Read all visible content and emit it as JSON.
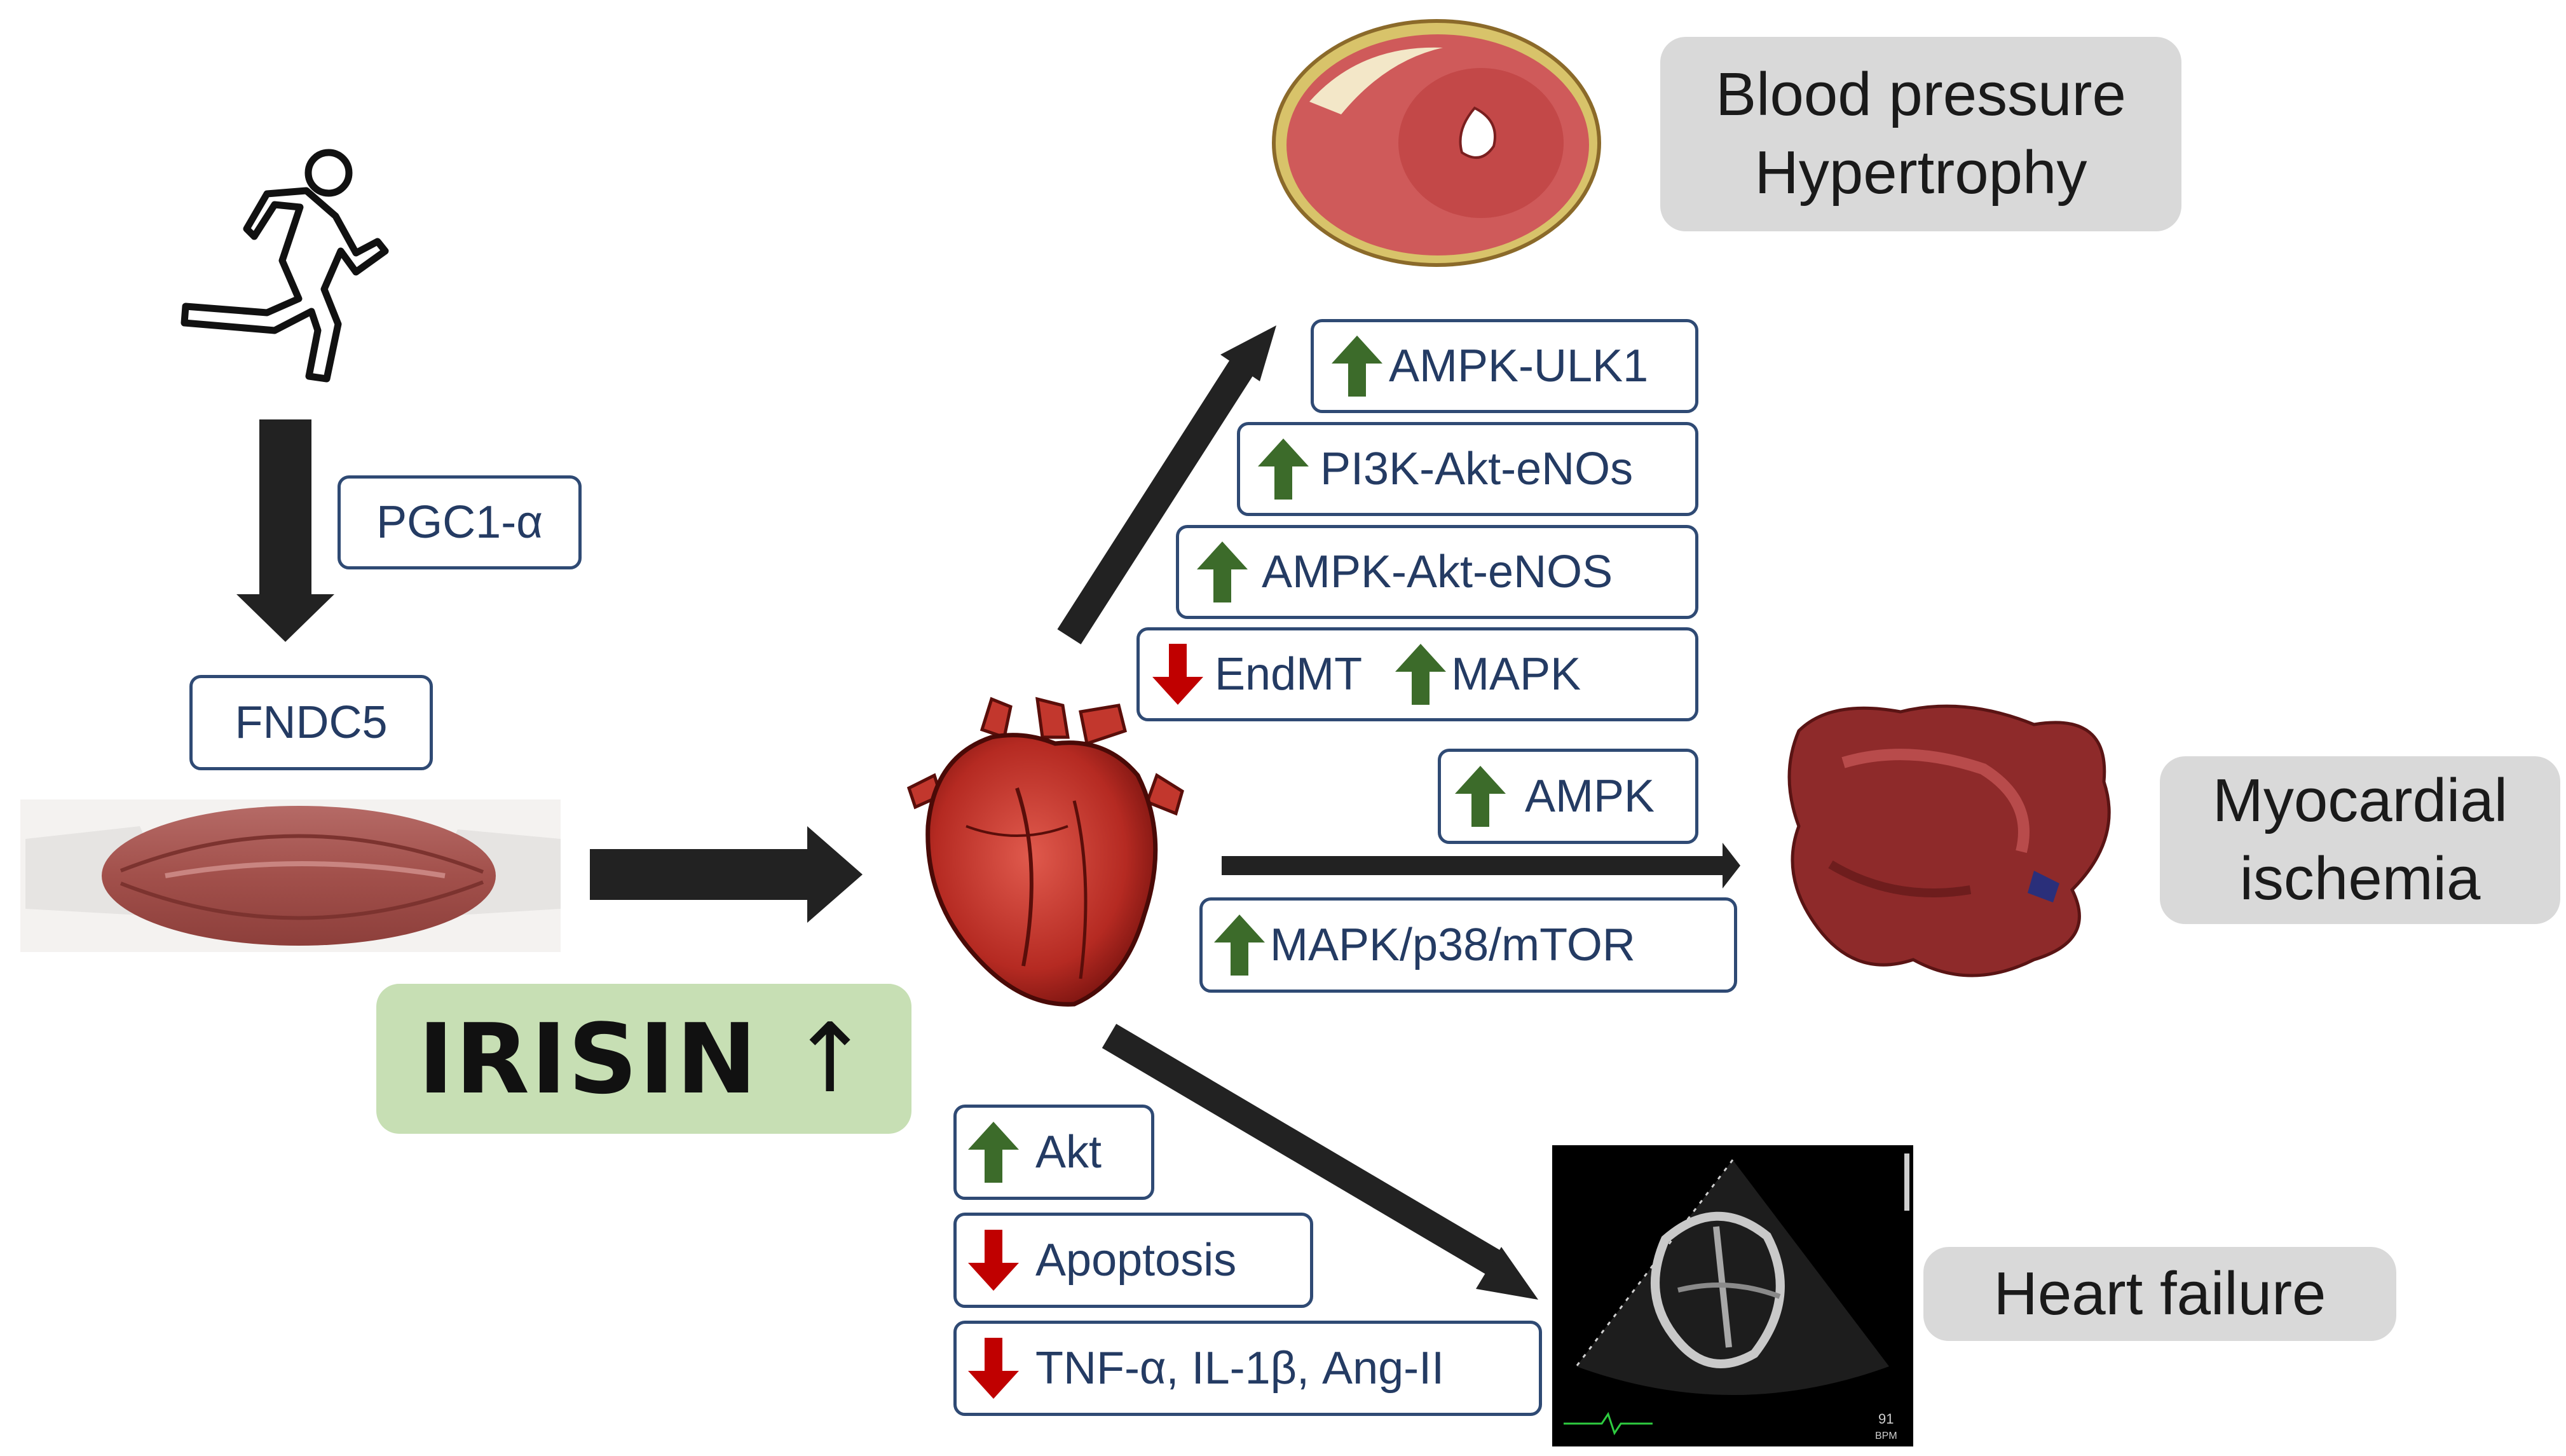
{
  "colors": {
    "up_arrow": "#3c6b2a",
    "down_arrow": "#c00000",
    "box_border": "#2f4a74",
    "box_text": "#243b63",
    "outcome_bg": "#d9d9d9",
    "irisin_bg": "#c7dfb4",
    "flow_arrow": "#222222"
  },
  "icons": {
    "exercise": "running-person-icon",
    "muscle": "skeletal-muscle-image",
    "heart": "anatomical-heart-image",
    "heart_cross_section": "heart-cross-section-image",
    "ischemic_tissue": "ischemic-myocardium-image",
    "echocardiogram": "echocardiogram-image",
    "up": "up-arrow-icon",
    "down": "down-arrow-icon"
  },
  "labels": {
    "pgc1a": "PGC1-α",
    "fndc5": "FNDC5",
    "irisin": "IRISIN",
    "irisin_arrow": "↑"
  },
  "pathways": {
    "ampk_ulk1": "AMPK-ULK1",
    "pi3k_akt_enos": "PI3K-Akt-eNOs",
    "ampk_akt_enos": "AMPK-Akt-eNOS",
    "endmt": "EndMT",
    "mapk": "MAPK",
    "ampk": "AMPK",
    "mapk_p38_mtor": "MAPK/p38/mTOR",
    "akt": "Akt",
    "apoptosis": "Apoptosis",
    "cytokines": "TNF-α, IL-1β, Ang-II"
  },
  "outcomes": {
    "hypertension": "Blood pressure\nHypertrophy",
    "ischemia": "Myocardial\nischemia",
    "heart_failure": "Heart failure"
  },
  "echo_text": {
    "rate": "91",
    "unit": "BPM"
  }
}
